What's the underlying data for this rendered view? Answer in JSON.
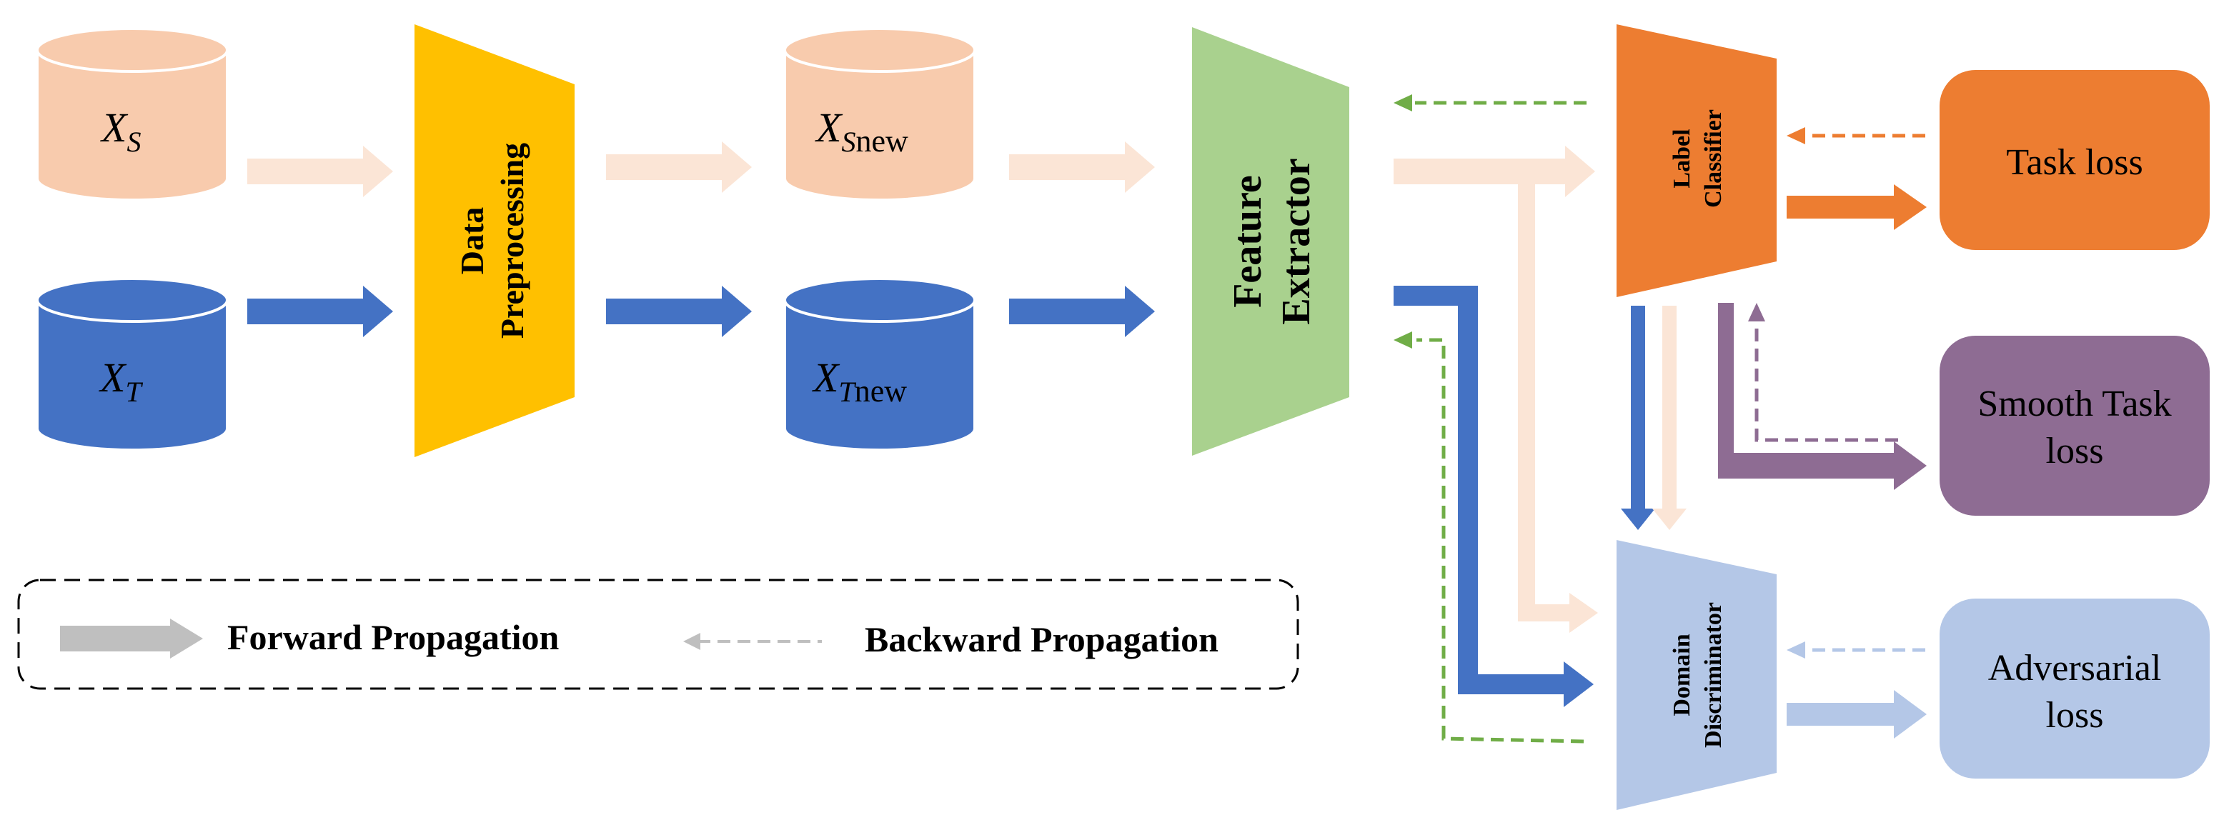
{
  "colors": {
    "source": "#F8CBAD",
    "target": "#4472C4",
    "preprocessing": "#FFC000",
    "feature_extractor": "#A9D18E",
    "label_classifier": "#ED7D31",
    "domain_discriminator": "#B4C7E7",
    "smooth_loss": "#8E6C93",
    "feature_backward": "#70AD47",
    "legend_gray": "#BFBFBF"
  },
  "nodes": {
    "xs": {
      "base": "X",
      "sub": "S"
    },
    "xt": {
      "base": "X",
      "sub": "T"
    },
    "xs_new": {
      "base": "X",
      "sub": "S",
      "suffix": "new"
    },
    "xt_new": {
      "base": "X",
      "sub": "T",
      "suffix": "new"
    },
    "preprocessing": {
      "line1": "Data",
      "line2": "Preprocessing"
    },
    "feature_extractor": {
      "line1": "Feature",
      "line2": "Extractor"
    },
    "label_classifier": {
      "line1": "Label",
      "line2": "Classifier"
    },
    "domain_discriminator": {
      "line1": "Domain",
      "line2": "Discriminator"
    }
  },
  "losses": {
    "task": {
      "line1": "Task loss"
    },
    "smooth": {
      "line1": "Smooth Task",
      "line2": "loss"
    },
    "adversarial": {
      "line1": "Adversarial",
      "line2": "loss"
    }
  },
  "legend": {
    "forward": "Forward Propagation",
    "backward": "Backward Propagation"
  }
}
